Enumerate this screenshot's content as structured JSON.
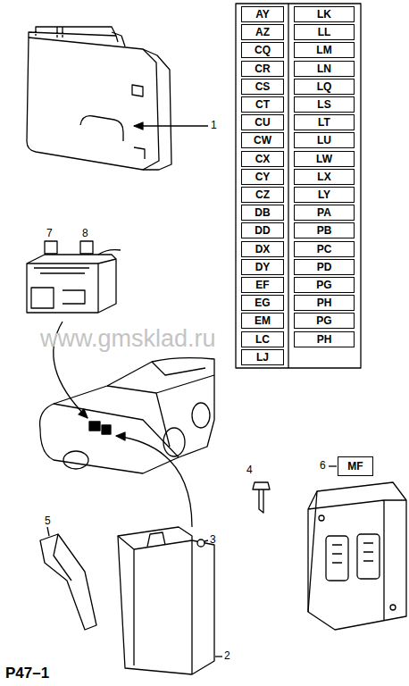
{
  "diagram": {
    "labels": [
      "1",
      "AY",
      "AZ",
      "CQ",
      "CR",
      "CS",
      "CT",
      "CU",
      "CW",
      "CX",
      "CY",
      "CZ",
      "DB",
      "DD",
      "DX",
      "DY",
      "EF",
      "EG",
      "EM",
      "LC",
      "LJ",
      "LK",
      "LL",
      "LM",
      "LN",
      "LQ",
      "LS",
      "LT",
      "LU",
      "LW",
      "LX",
      "LY",
      "PA",
      "PB",
      "PC",
      "PD",
      "PG",
      "PH",
      "PG",
      "PH",
      "7",
      "8",
      "4",
      "6",
      "MF",
      "5",
      "3",
      "2",
      "www.gmsklad.ru",
      "P47–1"
    ]
  }
}
